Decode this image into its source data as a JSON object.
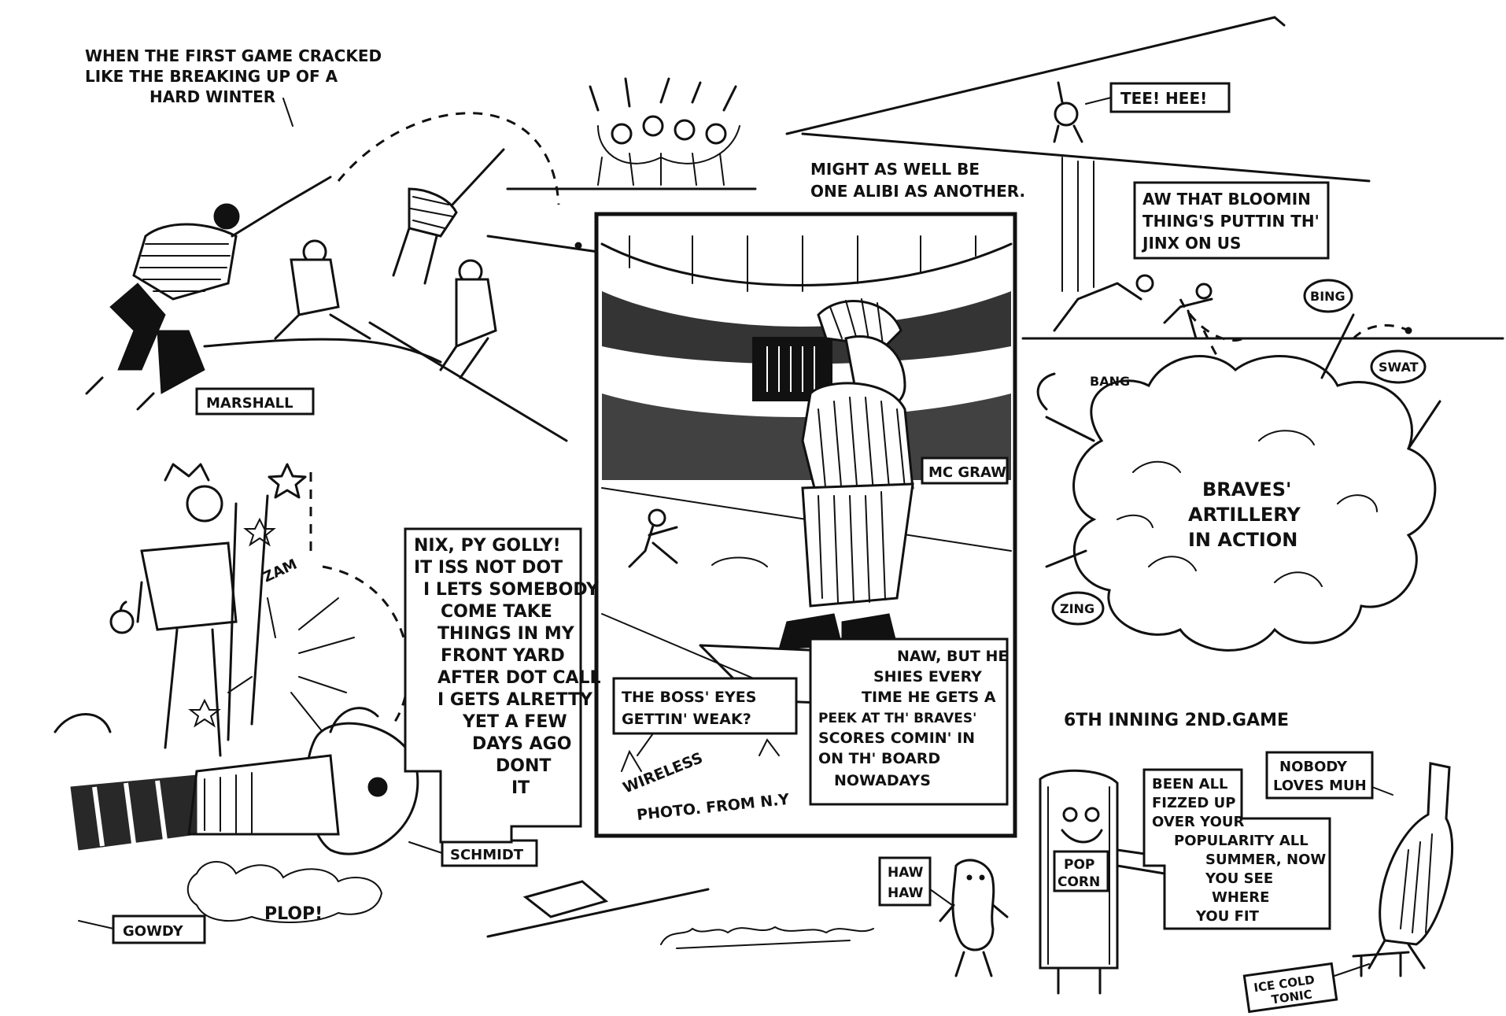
{
  "captions": {
    "title_line1": "WHEN THE FIRST GAME CRACKED",
    "title_line2": "LIKE THE BREAKING UP OF A",
    "title_line3": "HARD WINTER",
    "alibi_line1": "MIGHT AS WELL BE",
    "alibi_line2": "ONE ALIBI AS ANOTHER.",
    "inning": "6TH INNING  2ND.GAME",
    "wireless_line1": "WIRELESS",
    "wireless_line2": "PHOTO. FROM N.Y"
  },
  "name_tags": {
    "marshall": "MARSHALL",
    "mcgraw": "MC GRAW",
    "schmidt": "SCHMIDT",
    "gowdy": "GOWDY",
    "ice_cold_tonic_line1": "ICE COLD",
    "ice_cold_tonic_line2": "TONIC",
    "popcorn_line1": "POP",
    "popcorn_line2": "CORN"
  },
  "balloons": {
    "tee_hee": "TEE! HEE!",
    "bloomin_line1": "AW THAT BLOOMIN",
    "bloomin_line2": "THING'S PUTTIN TH'",
    "bloomin_line3": "JINX ON US",
    "nix": [
      "NIX, PY GOLLY!",
      "IT ISS NOT DOT",
      "I LETS SOMEBODY",
      "COME TAKE",
      "THINGS IN MY",
      "FRONT YARD",
      "AFTER DOT CALL",
      "I GETS ALRETTY",
      "YET A FEW",
      "DAYS AGO",
      "DONT",
      "IT"
    ],
    "boss_line1": "THE BOSS' EYES",
    "boss_line2": "GETTIN' WEAK?",
    "naw": [
      "NAW, BUT HE",
      "SHIES EVERY",
      "TIME HE GETS A",
      "PEEK AT TH' BRAVES'",
      "SCORES COMIN' IN",
      "ON TH' BOARD",
      "NOWADAYS"
    ],
    "haw_line1": "HAW",
    "haw_line2": "HAW",
    "fizzed": [
      "BEEN ALL",
      "FIZZED UP",
      "OVER YOUR",
      "POPULARITY ALL",
      "SUMMER, NOW",
      "YOU SEE",
      "WHERE",
      "YOU FIT"
    ],
    "nobody_line1": "NOBODY",
    "nobody_line2": "LOVES MUH"
  },
  "sound_effects": {
    "bing": "BING",
    "swat": "SWAT",
    "bang": "BANG",
    "zing": "ZING",
    "zam": "ZAM",
    "plop": "PLOP!"
  },
  "cloud_text": {
    "line1": "BRAVES'",
    "line2": "ARTILLERY",
    "line3": "IN ACTION"
  }
}
